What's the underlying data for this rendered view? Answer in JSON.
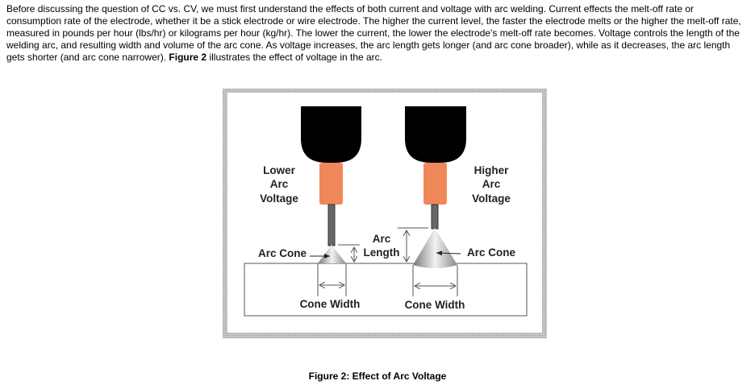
{
  "paragraph": {
    "text": "Before discussing the question of CC vs. CV, we must first understand the effects of both current and voltage with arc welding. Current effects the melt-off rate or consumption rate of the electrode, whether it be a stick electrode or wire electrode. The higher the current level, the faster the electrode melts or the higher the melt-off rate, measured in pounds per hour (lbs/hr) or kilograms per hour (kg/hr). The lower the current, the lower the electrode's melt-off rate becomes. Voltage controls the length of the welding arc, and resulting width and volume of the arc cone. As voltage increases, the arc length gets longer (and arc cone broader), while as it decreases, the arc length gets shorter (and arc cone narrower). ",
    "figure_ref": "Figure 2",
    "tail": " illustrates the effect of voltage in the arc."
  },
  "figure": {
    "left_label": [
      "Lower",
      "Arc",
      "Voltage"
    ],
    "right_label": [
      "Higher",
      "Arc",
      "Voltage"
    ],
    "arc_cone": "Arc Cone",
    "arc_length": [
      "Arc",
      "Length"
    ],
    "cone_width": "Cone Width",
    "colors": {
      "holder": "#000000",
      "contact_tip": "#f0875a",
      "border": "#b8b8b8"
    }
  },
  "caption": "Figure 2: Effect of Arc Voltage"
}
